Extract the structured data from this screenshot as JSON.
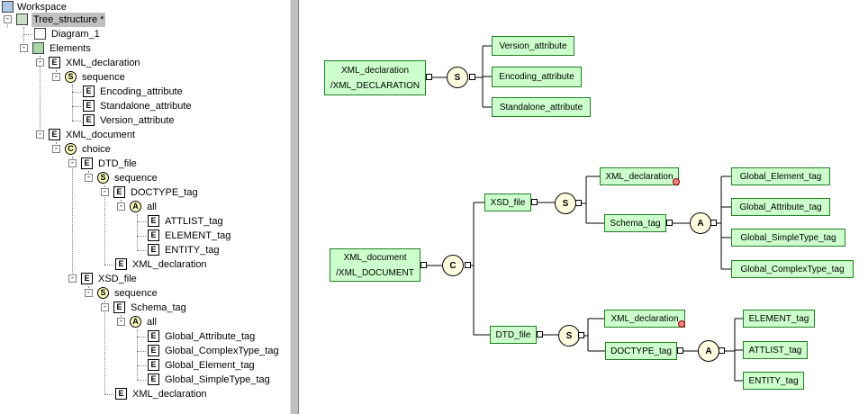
{
  "tree": {
    "workspace": "Workspace",
    "project": "Tree_structure *",
    "diagram": "Diagram_1",
    "elements": "Elements",
    "xml_declaration": "XML_declaration",
    "sequence_1": "sequence",
    "encoding_attribute": "Encoding_attribute",
    "standalone_attribute": "Standalone_attribute",
    "version_attribute": "Version_attribute",
    "xml_document": "XML_document",
    "choice": "choice",
    "dtd_file": "DTD_file",
    "sequence_2": "sequence",
    "doctype_tag": "DOCTYPE_tag",
    "all_1": "all",
    "attlist_tag": "ATTLIST_tag",
    "element_tag": "ELEMENT_tag",
    "entity_tag": "ENTITY_tag",
    "xml_declaration_ref_1": "XML_declaration",
    "xsd_file": "XSD_file",
    "sequence_3": "sequence",
    "schema_tag": "Schema_tag",
    "all_2": "all",
    "global_attribute_tag": "Global_Attribute_tag",
    "global_complextype_tag": "Global_ComplexType_tag",
    "global_element_tag": "Global_Element_tag",
    "global_simpletype_tag": "Global_SimpleType_tag",
    "xml_declaration_ref_2": "XML_declaration"
  },
  "diagram": {
    "xml_decl_node": {
      "line1": "XML_declaration",
      "line2": "/XML_DECLARATION"
    },
    "seq_symbol": "S",
    "version_attribute": "Version_attribute",
    "encoding_attribute": "Encoding_attribute",
    "standalone_attribute": "Standalone_attribute",
    "xml_doc_node": {
      "line1": "XML_document",
      "line2": "/XML_DOCUMENT"
    },
    "choice_symbol": "C",
    "xsd_file": "XSD_file",
    "xsd_seq_symbol": "S",
    "xsd_xml_declaration": "XML_declaration",
    "schema_tag": "Schema_tag",
    "schema_all_symbol": "A",
    "global_element_tag": "Global_Element_tag",
    "global_attribute_tag": "Global_Attribute_tag",
    "global_simpletype_tag": "Global_SimpleType_tag",
    "global_complextype_tag": "Global_ComplexType_tag",
    "dtd_file": "DTD_file",
    "dtd_seq_symbol": "S",
    "dtd_xml_declaration": "XML_declaration",
    "doctype_tag": "DOCTYPE_tag",
    "doctype_all_symbol": "A",
    "element_tag": "ELEMENT_tag",
    "attlist_tag": "ATTLIST_tag",
    "entity_tag": "ENTITY_tag"
  },
  "icons": {
    "element": "E",
    "sequence": "S",
    "choice": "C",
    "all": "A",
    "toggle_collapse": "-"
  },
  "colors": {
    "node_fill": "#ccffcc",
    "node_border": "#208020",
    "selection": "#c0c0c0",
    "splitter": "#c0c0c0"
  }
}
